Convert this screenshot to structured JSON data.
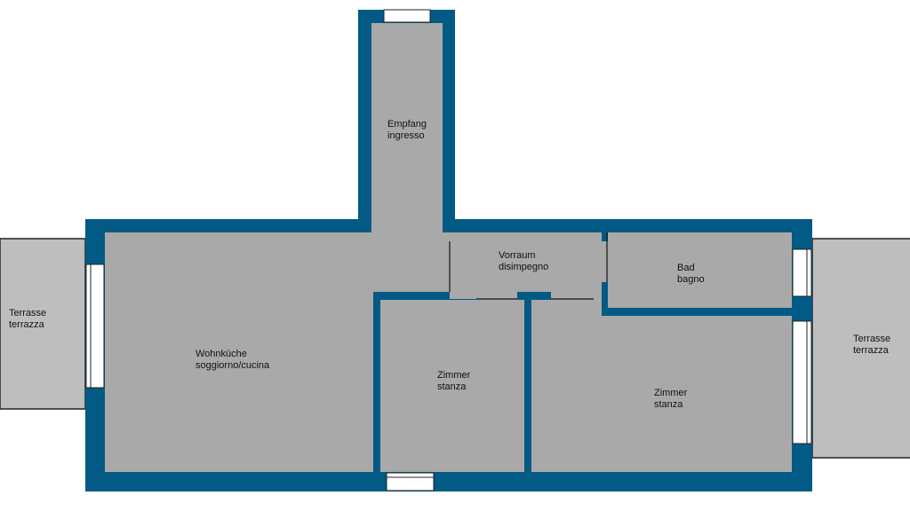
{
  "colors": {
    "wall": "#035a84",
    "room": "#a9a9a9",
    "terrace": "#bebebe",
    "window": "#ffffff"
  },
  "rooms": [
    {
      "id": "empfang",
      "de": "Empfang",
      "it": "ingresso"
    },
    {
      "id": "vorraum",
      "de": "Vorraum",
      "it": "disimpegno"
    },
    {
      "id": "bad",
      "de": "Bad",
      "it": "bagno"
    },
    {
      "id": "wohnkueche",
      "de": "Wohnküche",
      "it": "soggiorno/cucina"
    },
    {
      "id": "zimmer1",
      "de": "Zimmer",
      "it": "stanza"
    },
    {
      "id": "zimmer2",
      "de": "Zimmer",
      "it": "stanza"
    },
    {
      "id": "terrasse_left",
      "de": "Terrasse",
      "it": "terrazza"
    },
    {
      "id": "terrasse_right",
      "de": "Terrasse",
      "it": "terrazza"
    }
  ]
}
